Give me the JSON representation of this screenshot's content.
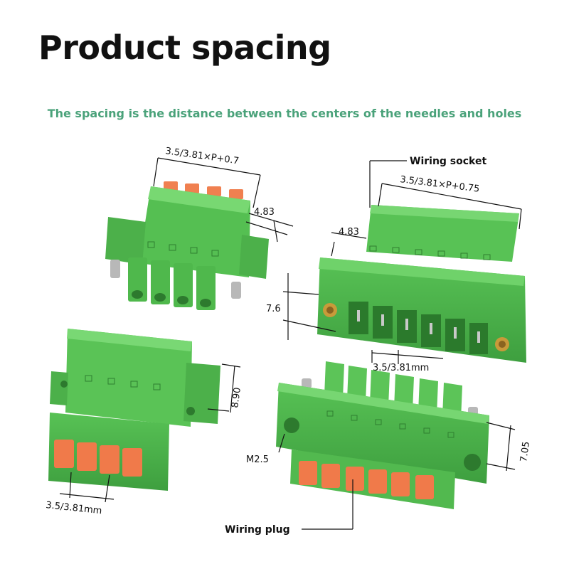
{
  "title": "Product spacing",
  "subtitle": "The spacing is the distance between the centers of the needles and holes",
  "labels": {
    "wiring_socket": "Wiring socket",
    "wiring_plug": "Wiring plug",
    "m25": "M2.5"
  },
  "dimensions": {
    "plug_width_formula": "3.5/3.81×P+0.7",
    "socket_width_formula": "3.5/3.81×P+0.75",
    "plug_depth": "4.83",
    "socket_depth": "4.83",
    "socket_height": "7.6",
    "socket_pitch": "3.5/3.81mm",
    "plug_height": "8.90",
    "plug_pitch": "3.5/3.81mm",
    "plug2_height": "7.05"
  },
  "colors": {
    "connector_green": "#5cc45a",
    "connector_dark": "#3f9c40",
    "latch_orange": "#f07a4a",
    "subtitle_green": "#4aa27a"
  }
}
